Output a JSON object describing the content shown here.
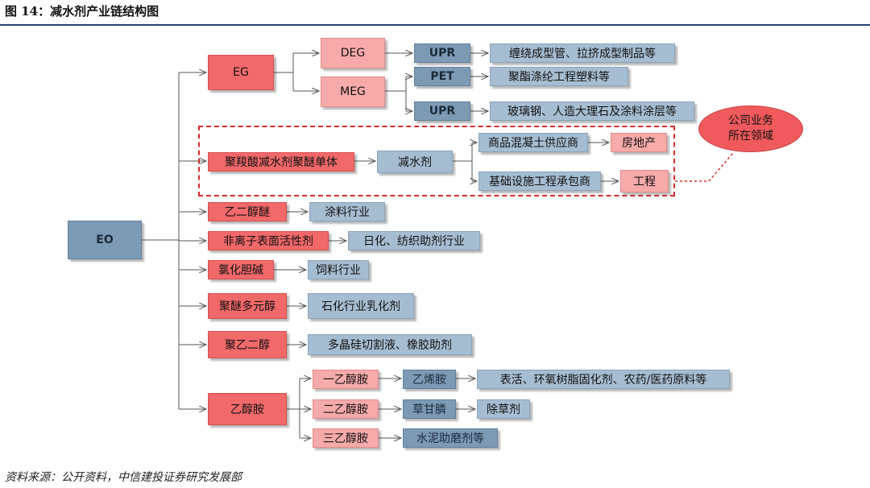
{
  "title": "图 14：减水剂产业链结构图",
  "source": "资料来源：公开资料，中信建投证券研究发展部",
  "nodes": {
    "eo": "EO",
    "eg": "EG",
    "deg": "DEG",
    "meg": "MEG",
    "upr1": "UPR",
    "pet": "PET",
    "upr2": "UPR",
    "upr1_use": "缠绕成型管、拉挤成型制品等",
    "pet_use": "聚酯涤纶工程塑料等",
    "upr2_use": "玻璃钢、人造大理石及涂料涂层等",
    "pce_monomer": "聚羧酸减水剂聚醚单体",
    "reducer": "减水剂",
    "concrete": "商品混凝土供应商",
    "real_estate": "房地产",
    "infra": "基础设施工程承包商",
    "engineering": "工程",
    "company_area_line1": "公司业务",
    "company_area_line2": "所在领域",
    "glycol_ether": "乙二醇醚",
    "coating": "涂料行业",
    "surfactant": "非离子表面活性剂",
    "daily_textile": "日化、纺织助剂行业",
    "choline": "氯化胆碱",
    "feed": "饲料行业",
    "polyether_polyol": "聚醚多元醇",
    "petro_emulsifier": "石化行业乳化剂",
    "peg": "聚乙二醇",
    "wafer": "多晶硅切割液、橡胶助剂",
    "ethanolamine": "乙醇胺",
    "mea": "一乙醇胺",
    "dea": "二乙醇胺",
    "tea": "三乙醇胺",
    "ethylene_amine": "乙烯胺",
    "glyphosate": "草甘膦",
    "cement_aid": "水泥助磨剂等",
    "mea_use": "表活、环氧树脂固化剂、农药/医药原料等",
    "herbicide": "除草剂"
  },
  "colors": {
    "red": "#f2696a",
    "pink": "#f7aaaa",
    "dark_blue": "#7d9ab4",
    "light_blue": "#a6bdd1",
    "line": "#555555",
    "highlight_border": "#d62a2a",
    "title_rule": "#1f3f73"
  }
}
